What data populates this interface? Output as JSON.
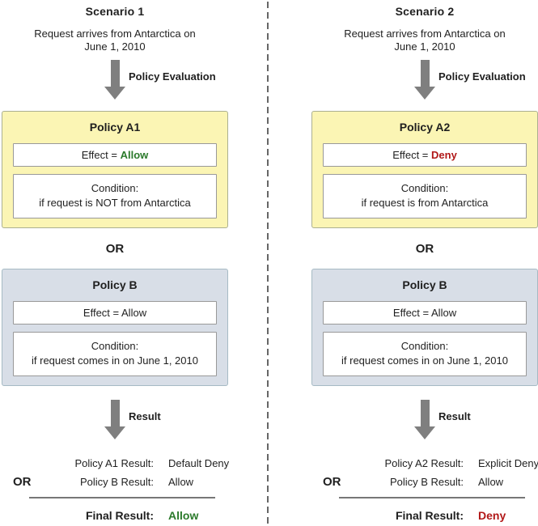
{
  "colors": {
    "policy_a_bg": "#FBF5B4",
    "policy_a_border": "#ABB091",
    "policy_b_bg": "#D8DEE7",
    "policy_b_border": "#A6BAC4",
    "arrow": "#7F7F7F",
    "rule": "#777777",
    "divider": "#666666",
    "allow_green": "#2B7A2B",
    "deny_red": "#B11818",
    "text": "#1F1F1F"
  },
  "scenarios": [
    {
      "title": "Scenario 1",
      "request_line1": "Request arrives from Antarctica on",
      "request_line2": "June 1, 2010",
      "eval_arrow_label": "Policy Evaluation",
      "policy_a": {
        "title": "Policy A1",
        "effect_prefix": "Effect = ",
        "effect_value": "Allow",
        "effect_color": "#2B7A2B",
        "effect_weight": "bold",
        "condition_line1": "Condition:",
        "condition_line2": "if request is NOT from Antarctica"
      },
      "or_label": "OR",
      "policy_b": {
        "title": "Policy B",
        "effect_prefix": "Effect = ",
        "effect_value": "Allow",
        "effect_color": "#1F1F1F",
        "effect_weight": "normal",
        "condition_line1": "Condition:",
        "condition_line2": "if request comes in on June 1, 2010"
      },
      "result_arrow_label": "Result",
      "results": {
        "row1_label": "Policy A1 Result:",
        "row1_value": "Default Deny",
        "or_label": "OR",
        "row2_label": "Policy B Result:",
        "row2_value": "Allow",
        "final_label": "Final Result:",
        "final_value": "Allow",
        "final_color": "#2B7A2B"
      }
    },
    {
      "title": "Scenario 2",
      "request_line1": "Request arrives from Antarctica on",
      "request_line2": "June 1, 2010",
      "eval_arrow_label": "Policy Evaluation",
      "policy_a": {
        "title": "Policy A2",
        "effect_prefix": "Effect = ",
        "effect_value": "Deny",
        "effect_color": "#B11818",
        "effect_weight": "bold",
        "condition_line1": "Condition:",
        "condition_line2": "if request is from Antarctica"
      },
      "or_label": "OR",
      "policy_b": {
        "title": "Policy B",
        "effect_prefix": "Effect = ",
        "effect_value": "Allow",
        "effect_color": "#1F1F1F",
        "effect_weight": "normal",
        "condition_line1": "Condition:",
        "condition_line2": "if request comes in on June 1, 2010"
      },
      "result_arrow_label": "Result",
      "results": {
        "row1_label": "Policy A2 Result:",
        "row1_value": "Explicit Deny",
        "or_label": "OR",
        "row2_label": "Policy B Result:",
        "row2_value": "Allow",
        "final_label": "Final Result:",
        "final_value": "Deny",
        "final_color": "#B11818"
      }
    }
  ]
}
